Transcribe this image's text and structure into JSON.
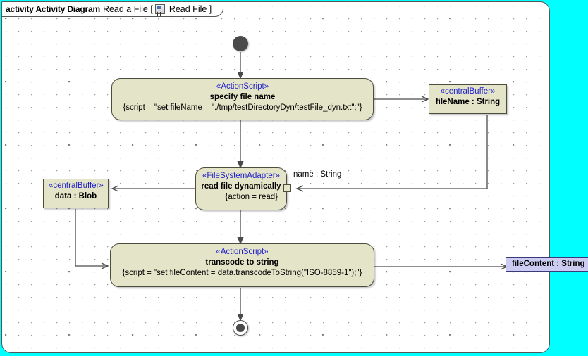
{
  "frame": {
    "keyword": "activity Activity Diagram",
    "name": "Read a File [",
    "icon": "activity-diagram-icon",
    "diagram_label": "Read File ]"
  },
  "colors": {
    "canvas_background": "#00ffff",
    "frame_background": "#ffffff",
    "node_fill": "#e4e4c8",
    "node_border": "#4d4d3d",
    "stereotype_text": "#2222cc",
    "parameter_fill": "#ccccf2",
    "parameter_border": "#3a3a7a",
    "control_node": "#4a4a4a"
  },
  "nodes": {
    "initial": {
      "name": "initial-node"
    },
    "final": {
      "name": "activity-final-node"
    },
    "specify_file_name": {
      "stereotype": "«ActionScript»",
      "name": "specify file name",
      "constraint": "{script = \"set fileName = \"./tmp/testDirectoryDyn/testFile_dyn.txt\";\"}"
    },
    "file_name_buffer": {
      "stereotype": "«centralBuffer»",
      "name": "fileName : String"
    },
    "read_file": {
      "stereotype": "«FileSystemAdapter»",
      "name": "read file dynamically",
      "constraint": "{action = read}"
    },
    "data_buffer": {
      "stereotype": "«centralBuffer»",
      "name": "data : Blob"
    },
    "transcode": {
      "stereotype": "«ActionScript»",
      "name": "transcode to string",
      "constraint": "{script = \"set fileContent = data.transcodeToString(\"ISO-8859-1\");\"}"
    },
    "file_content_param": {
      "name": "fileContent : String"
    }
  },
  "edges": {
    "input_pin_label": "name : String"
  }
}
